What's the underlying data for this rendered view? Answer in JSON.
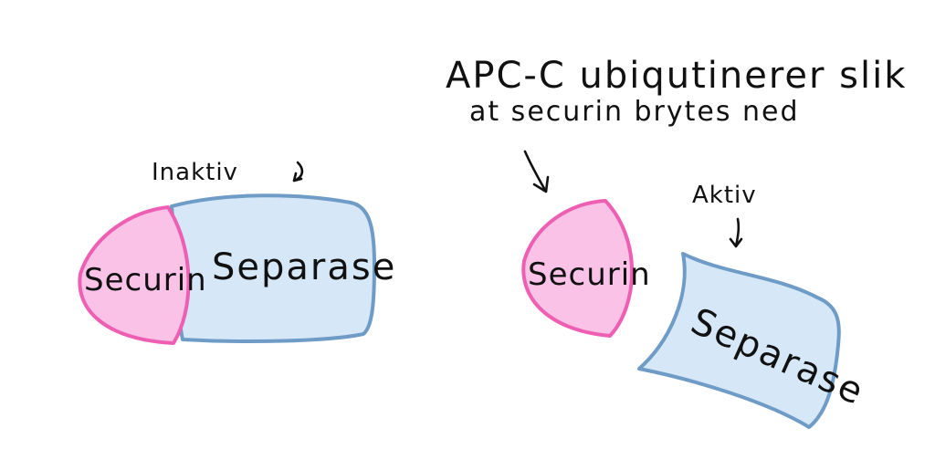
{
  "left": {
    "inactive_label": "Inaktiv",
    "securin_label": "Securin",
    "separase_label": "Separase"
  },
  "right": {
    "apc_line1": "APC-C ubiqutinerer slik",
    "apc_line2": "at securin brytes ned",
    "active_label": "Aktiv",
    "securin_label": "Securin",
    "separase_label": "Separase"
  },
  "colors": {
    "securin_fill": "#f9c2e6",
    "securin_stroke": "#ee5fb4",
    "separase_fill": "#d6e8f8",
    "separase_stroke": "#6f9bc7",
    "ink": "#111111"
  }
}
